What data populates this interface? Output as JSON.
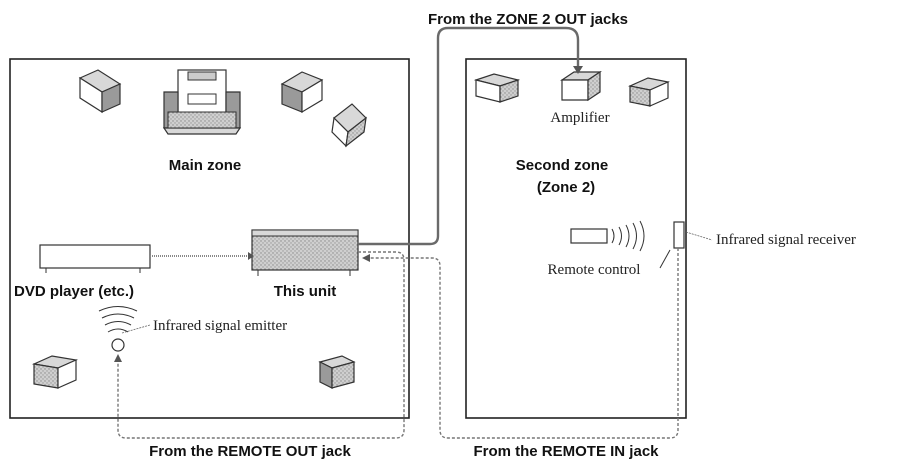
{
  "labels": {
    "zone2_out": "From the ZONE 2 OUT jacks",
    "main_zone": "Main zone",
    "second_zone_line1": "Second zone",
    "second_zone_line2": "(Zone 2)",
    "amplifier": "Amplifier",
    "dvd_player": "DVD player (etc.)",
    "this_unit": "This unit",
    "remote_control": "Remote control",
    "ir_receiver": "Infrared signal receiver",
    "ir_emitter": "Infrared signal emitter",
    "remote_out": "From the REMOTE OUT jack",
    "remote_in": "From the REMOTE IN jack"
  }
}
